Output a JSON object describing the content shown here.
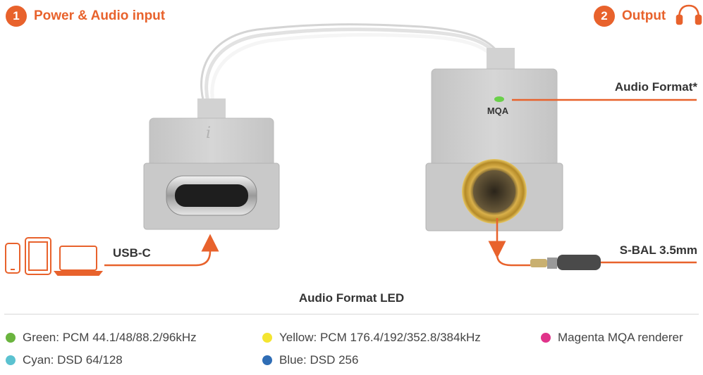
{
  "steps": [
    {
      "number": "1",
      "label": "Power & Audio input"
    },
    {
      "number": "2",
      "label": "Output"
    }
  ],
  "labels": {
    "usb_c": "USB-C",
    "audio_format": "Audio Format*",
    "output_jack": "S-BAL 3.5mm",
    "mqa_marking": "MQA",
    "logo_mark": "i"
  },
  "led_legend": {
    "title": "Audio Format  LED",
    "items": [
      {
        "color_name": "Green",
        "text": "Green: PCM 44.1/48/88.2/96kHz",
        "color": "#6ab43e"
      },
      {
        "color_name": "Cyan",
        "text": "Cyan: DSD 64/128",
        "color": "#5bc2d0"
      },
      {
        "color_name": "Yellow",
        "text": "Yellow: PCM 176.4/192/352.8/384kHz",
        "color": "#f4e531"
      },
      {
        "color_name": "Blue",
        "text": "Blue: DSD 256",
        "color": "#2f6db5"
      },
      {
        "color_name": "Magenta",
        "text": "Magenta MQA renderer",
        "color": "#e0338a"
      }
    ]
  },
  "colors": {
    "accent": "#e8622c",
    "device_body": "#cfcfcf",
    "device_edge": "#b9b9b9",
    "led_green": "#6ad04a",
    "jack_gold": "#c9a23a"
  },
  "icons": [
    "smartphone-icon",
    "tablet-icon",
    "laptop-icon",
    "headphones-icon"
  ]
}
